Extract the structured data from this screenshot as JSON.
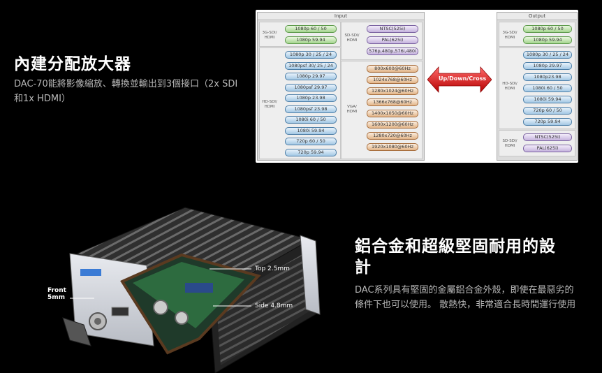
{
  "section1": {
    "heading": "內建分配放大器",
    "body": "DAC-70能將影像縮放、轉換並輸出到3個接口（2x SDI和1x HDMI）"
  },
  "section2": {
    "heading_line1": "鋁合金和超級堅固耐用的設",
    "heading_line2": "計",
    "body": "DAC系列具有堅固的金屬鋁合金外殼，即使在最惡劣的條件下也可以使用。 散熱快，非常適合長時間運行使用"
  },
  "diagram": {
    "input_title": "Input",
    "output_title": "Output",
    "arrow_label": "Up/Down/Cross",
    "input_groups": [
      {
        "label": "3G-SDI/ HDMI",
        "items": [
          "1080p 60 / 50",
          "1080p 59.94"
        ]
      },
      {
        "label": "HD-SDI/ HDMI",
        "items": [
          "1080p 30 / 25 / 24",
          "1080psf 30/ 25 / 24",
          "1080p 29.97",
          "1080psf 29.97",
          "1080p 23.98",
          "1080psf 23.98",
          "1080i 60 / 50",
          "1080i 59.94",
          "720p 60 / 50",
          "720p 59.94"
        ]
      },
      {
        "label": "SD-SDI/ HDMI",
        "items": [
          "NTSC(525i)",
          "PAL(625i)",
          "576p,480p,576i,480i"
        ]
      },
      {
        "label": "VGA/ HDMI",
        "items": [
          "800x600@60Hz",
          "1024x768@60Hz",
          "1280x1024@60Hz",
          "1366x768@60Hz",
          "1400x1050@60Hz",
          "1600x1200@60Hz",
          "1280x720@60Hz",
          "1920x1080@60Hz"
        ]
      }
    ],
    "output_groups": [
      {
        "label": "3G-SDI/ HDMI",
        "items": [
          "1080p 60 / 50",
          "1080p 59.94"
        ]
      },
      {
        "label": "HD-SDI/ HDMI",
        "items": [
          "1080p 30 / 25 / 24",
          "1080p 29.97",
          "1080p23.98",
          "1080i 60 / 50",
          "1080i 59.94",
          "720p 60 / 50",
          "720p 59.94"
        ]
      },
      {
        "label": "SD-SDI/ HDMI",
        "items": [
          "NTSC(525i)",
          "PAL(625i)"
        ]
      }
    ]
  },
  "device": {
    "top_label": "Top 2.5mm",
    "side_label": "Side 4.8mm",
    "front_label_line1": "Front",
    "front_label_line2": "5mm"
  }
}
